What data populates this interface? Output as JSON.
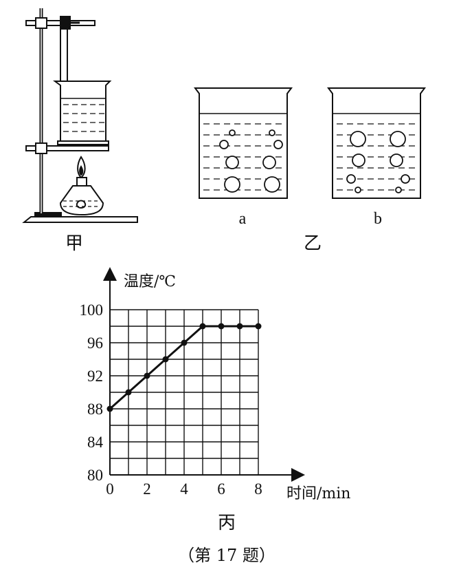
{
  "figures": {
    "jia": {
      "caption": "甲"
    },
    "yi": {
      "caption": "乙",
      "beaker_a_label": "a",
      "beaker_b_label": "b"
    },
    "bing": {
      "caption": "丙"
    }
  },
  "question_label": "（第 17 题）",
  "chart_data": {
    "type": "line",
    "ylabel": "温度/℃",
    "xlabel": "时间/min",
    "x_ticks": [
      "0",
      "2",
      "4",
      "6",
      "8"
    ],
    "y_ticks": [
      "80",
      "84",
      "88",
      "92",
      "96",
      "100"
    ],
    "xlim": [
      0,
      8
    ],
    "ylim": [
      80,
      100
    ],
    "grid": true,
    "series": [
      {
        "x": [
          0,
          1,
          2,
          3,
          4,
          5,
          6,
          7,
          8
        ],
        "y": [
          88,
          90,
          92,
          94,
          96,
          98,
          98,
          98,
          98
        ]
      }
    ]
  }
}
